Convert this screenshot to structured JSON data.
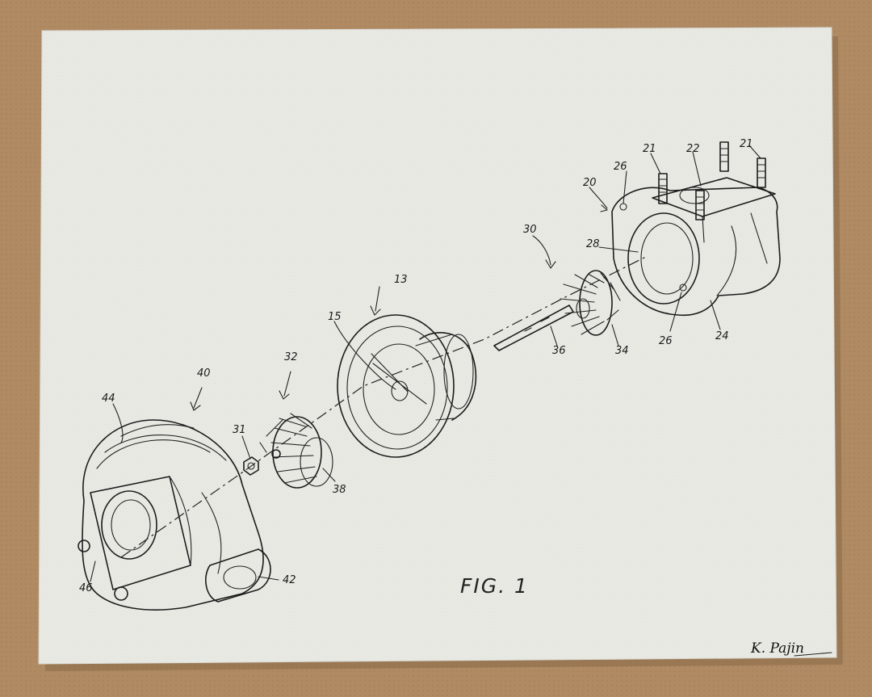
{
  "figure": {
    "title": "FIG. 1"
  },
  "signature": "K. Pajin",
  "reference_numerals": {
    "housing_left_40": "40",
    "housing_left_44": "44",
    "nut_31": "31",
    "wheel_32": "32",
    "wheel_38": "38",
    "inlet_42": "42",
    "boss_46": "46",
    "plate_13": "13",
    "hub_15": "15",
    "shaft_30": "30",
    "shaft_36": "36",
    "wheel_34": "34",
    "housing_right_20": "20",
    "stud_21_left": "21",
    "port_22": "22",
    "stud_21_right": "21",
    "hole_26_top": "26",
    "bore_28": "28",
    "hole_26_bottom": "26",
    "volute_24": "24"
  },
  "colors": {
    "board": "#b08a62",
    "canvas": "#ebebe6",
    "ink": "#1c1c1c"
  }
}
